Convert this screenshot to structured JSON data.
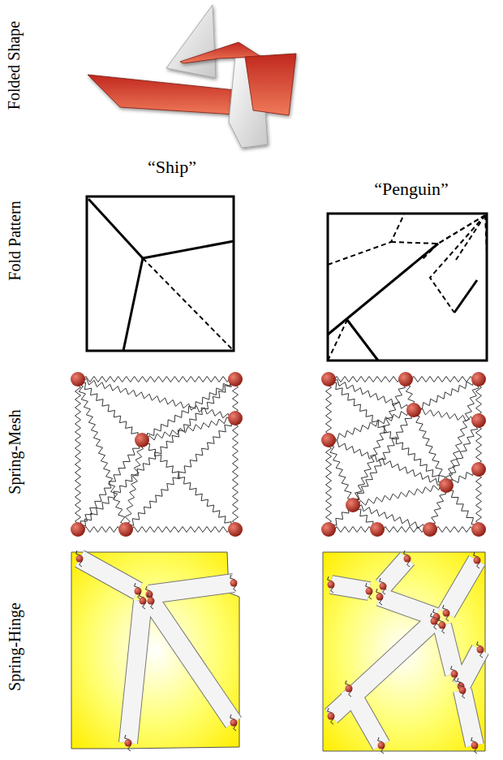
{
  "diagram": {
    "labels": [
      "Folded Shape",
      "Fold Pattern",
      "Spring-Mesh",
      "Spring-Hinge",
      "“Ship”",
      "“Penguin”"
    ]
  }
}
